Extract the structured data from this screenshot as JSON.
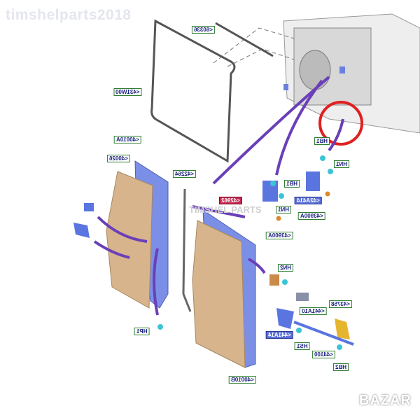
{
  "watermark": "timshelparts2018",
  "center_watermark": "TIMSHEL PARTS",
  "logo": "BAZAR",
  "labels": {
    "l60336": "<60336",
    "l43100": "<431W00",
    "l40010a": "<40010A",
    "l40026": "<40026",
    "l42264": "<42264",
    "l42962": "<42962",
    "hb1_top": "HB1",
    "hn1_top": "HN1",
    "hb1_mid": "HB1",
    "l42a414": "<42A414",
    "hn1_mid": "HN1",
    "l43900a_r": "<43900A",
    "l43900a_b": "<43900A",
    "hn2": "HN2",
    "l441a10": "<441A10",
    "l43758": "<43758",
    "l441a14": "<441A14",
    "hs1": "HS1",
    "l44100": "<44100",
    "hb2": "HB2",
    "l40010b": "<40010B",
    "hp1": "HP1"
  },
  "colors": {
    "door": "#d8b48c",
    "frame": "#7b8fe6",
    "arrow": "#6a3fb8",
    "highlight": "#e02020"
  }
}
